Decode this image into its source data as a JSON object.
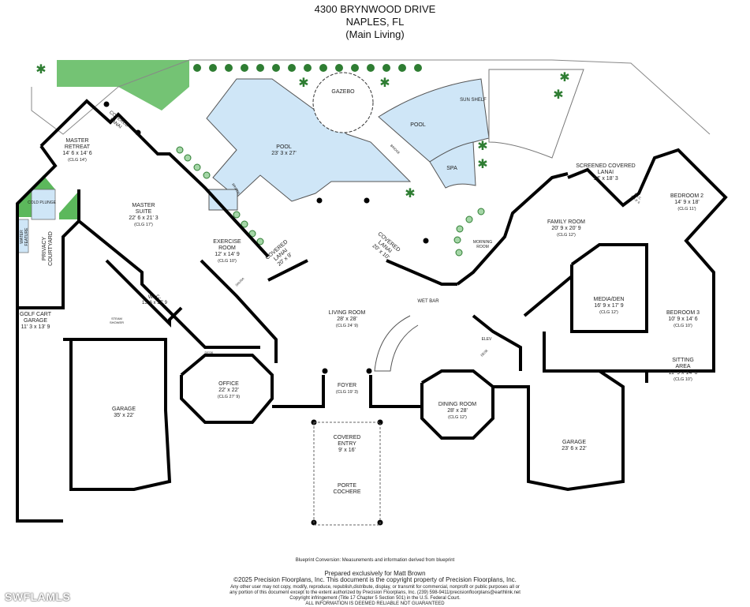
{
  "header": {
    "address": "4300 BRYNWOOD DRIVE",
    "city": "NAPLES, FL",
    "level": "(Main Living)"
  },
  "colors": {
    "water": "#cfe6f7",
    "lawn": "#4caf50",
    "wall": "#000000",
    "plant": "#2e7d32"
  },
  "rooms": [
    {
      "name": "MASTER RETREAT",
      "dims": "14' 6 x 14' 6",
      "clg": "(CLG 14')"
    },
    {
      "name": "COVERED LANAI",
      "dims": "",
      "clg": ""
    },
    {
      "name": "MASTER SUITE",
      "dims": "22' 6 x 21' 3",
      "clg": "(CLG 17')"
    },
    {
      "name": "COLD PLUNGE",
      "dims": "",
      "clg": ""
    },
    {
      "name": "WATER FEATURE",
      "dims": "",
      "clg": ""
    },
    {
      "name": "PRIVACY COURTYARD",
      "dims": "",
      "clg": ""
    },
    {
      "name": "EXERCISE ROOM",
      "dims": "12' x 14' 9",
      "clg": "(CLG 10')"
    },
    {
      "name": "SAUNA",
      "dims": "",
      "clg": ""
    },
    {
      "name": "W.I.C.",
      "dims": "13' 6 x 17' 9",
      "clg": ""
    },
    {
      "name": "STEAM SHOWER",
      "dims": "",
      "clg": ""
    },
    {
      "name": "GOLF CART GARAGE",
      "dims": "11' 3 x 13' 9",
      "clg": ""
    },
    {
      "name": "GARAGE",
      "dims": "35' x 22'",
      "clg": ""
    },
    {
      "name": "OFFICE",
      "dims": "22' x 22'",
      "clg": "(CLG 27' 9)"
    },
    {
      "name": "POOL",
      "dims": "23' 3 x 27'",
      "clg": ""
    },
    {
      "name": "GAZEBO",
      "dims": "",
      "clg": ""
    },
    {
      "name": "POOL",
      "dims": "",
      "clg": ""
    },
    {
      "name": "SUN SHELF",
      "dims": "",
      "clg": ""
    },
    {
      "name": "SPA",
      "dims": "",
      "clg": ""
    },
    {
      "name": "COVERED LANAI",
      "dims": "20' x 9'",
      "clg": ""
    },
    {
      "name": "COVERED LANAI",
      "dims": "20' x 10'",
      "clg": ""
    },
    {
      "name": "LIVING ROOM",
      "dims": "28' x 28'",
      "clg": "(CLG 24' 9)"
    },
    {
      "name": "WET BAR",
      "dims": "",
      "clg": ""
    },
    {
      "name": "FOYER",
      "dims": "",
      "clg": "(CLG 19' 3)"
    },
    {
      "name": "DINING ROOM",
      "dims": "28' x 28'",
      "clg": "(CLG 12')"
    },
    {
      "name": "COVERED ENTRY",
      "dims": "9' x 16'",
      "clg": ""
    },
    {
      "name": "PORTE COCHERE",
      "dims": "",
      "clg": ""
    },
    {
      "name": "ELEV",
      "dims": "",
      "clg": ""
    },
    {
      "name": "MORNING ROOM",
      "dims": "",
      "clg": ""
    },
    {
      "name": "FAMILY ROOM",
      "dims": "20' 9 x 20' 9",
      "clg": "(CLG 12')"
    },
    {
      "name": "SCREENED COVERED LANAI",
      "dims": "14' x 18' 3",
      "clg": ""
    },
    {
      "name": "BEDROOM 2",
      "dims": "14' 9 x 18'",
      "clg": "(CLG 11')"
    },
    {
      "name": "W.I.C.",
      "dims": "5' x 8' 6",
      "clg": ""
    },
    {
      "name": "MEDIA/DEN",
      "dims": "16' 9 x 17' 9",
      "clg": "(CLG 12')"
    },
    {
      "name": "BEDROOM 3",
      "dims": "10' 9 x 14' 6",
      "clg": "(CLG 10')"
    },
    {
      "name": "SITTING AREA",
      "dims": "11' 9 x 14' 6",
      "clg": "(CLG 10')"
    },
    {
      "name": "GARAGE",
      "dims": "23' 6 x 22'",
      "clg": ""
    },
    {
      "name": "BRIDGE",
      "dims": "",
      "clg": ""
    },
    {
      "name": "BRIDGE",
      "dims": "",
      "clg": ""
    },
    {
      "name": "DESK",
      "dims": "",
      "clg": ""
    },
    {
      "name": "DESK",
      "dims": "",
      "clg": ""
    }
  ],
  "footer": {
    "blueprint_note": "Blueprint Conversion: Measurements and information derived from blueprint",
    "prepared_for": "Prepared exclusively for Matt Brown",
    "copyright": "©2025 Precision Floorplans, Inc.  This document is the copyright property of Precision Floorplans, Inc.",
    "line1": "Any other user may not copy, modify, reproduce, republish,distribute, display, or transmit for commercial, nonprofit or public purposes all or",
    "line2": "any portion of this document except to the extent authorized by Precision Floorplans, Inc. (239) 598-9411/precisionfloorplans@earthlink.net",
    "line3": "Copyright infringement (Title 17 Chapter 5 Section 501) in the U.S. Federal Court.",
    "line4": "ALL INFORMATION IS DEEMED RELIABLE NOT GUARANTEED"
  },
  "watermark": "SWFLAMLS"
}
